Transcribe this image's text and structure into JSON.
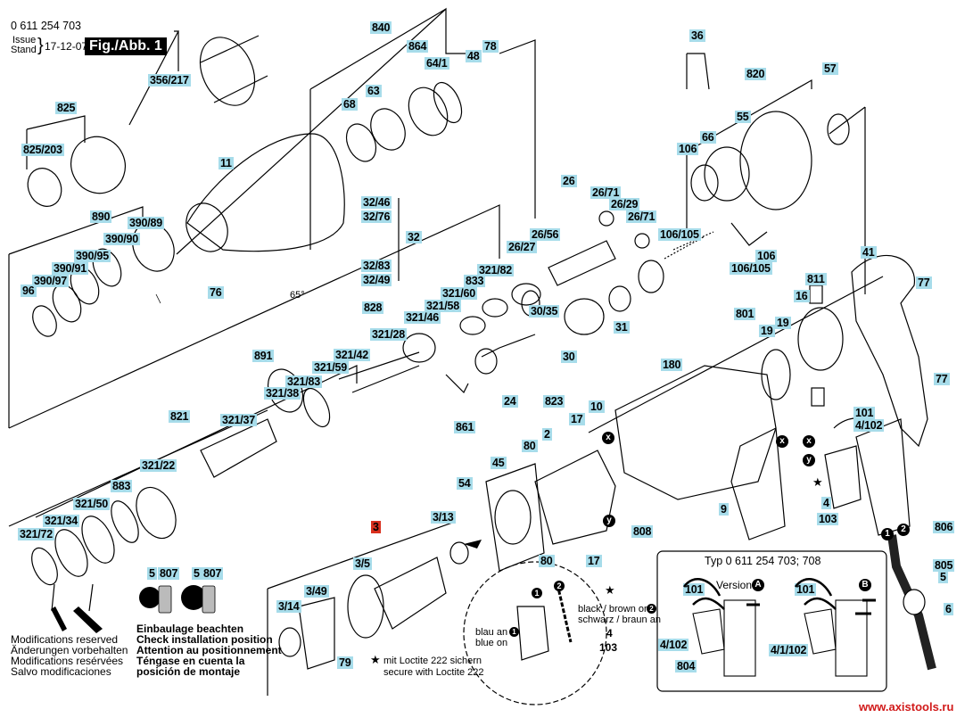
{
  "header": {
    "doc_number": "0 611 254 703",
    "issue_label": "Issue",
    "stand_label": "Stand",
    "issue_date": "17-12-07",
    "figure_title": "Fig./Abb. 1"
  },
  "part_labels": {
    "p840": "840",
    "p864": "864",
    "p64_1": "64/1",
    "p48": "48",
    "p78": "78",
    "p356_217": "356/217",
    "p825": "825",
    "p825_203": "825/203",
    "p68": "68",
    "p63": "63",
    "p11": "11",
    "p890": "890",
    "p390_89": "390/89",
    "p390_90": "390/90",
    "p390_95": "390/95",
    "p390_91": "390/91",
    "p390_97": "390/97",
    "p96": "96",
    "p76": "76",
    "p32_46": "32/46",
    "p32_76": "32/76",
    "p32": "32",
    "p32_83": "32/83",
    "p32_49": "32/49",
    "angle": "65°",
    "p36": "36",
    "p820": "820",
    "p57": "57",
    "p55": "55",
    "p66": "66",
    "p106a": "106",
    "p106_105a": "106/105",
    "p106b": "106",
    "p106_105b": "106/105",
    "p26": "26",
    "p26_71a": "26/71",
    "p26_29": "26/29",
    "p26_71b": "26/71",
    "p26_56": "26/56",
    "p26_27": "26/27",
    "p30_35": "30/35",
    "p30": "30",
    "p31": "31",
    "p321_82": "321/82",
    "p833": "833",
    "p321_60": "321/60",
    "p321_58": "321/58",
    "p321_46": "321/46",
    "p828": "828",
    "p321_28": "321/28",
    "p321_42": "321/42",
    "p321_59": "321/59",
    "p891": "891",
    "p321_83": "321/83",
    "p321_38": "321/38",
    "p821": "821",
    "p321_37": "321/37",
    "p321_22": "321/22",
    "p883": "883",
    "p321_50": "321/50",
    "p321_34": "321/34",
    "p321_72": "321/72",
    "p24": "24",
    "p861": "861",
    "p823": "823",
    "p180": "180",
    "p10": "10",
    "p41": "41",
    "p77a": "77",
    "p811": "811",
    "p16": "16",
    "p801": "801",
    "p19a": "19",
    "p19b": "19",
    "p77b": "77",
    "p101": "101",
    "p4_102": "4/102",
    "p4": "4",
    "p103": "103",
    "p9": "9",
    "p17a": "17",
    "p2": "2",
    "p80a": "80",
    "p45": "45",
    "p54": "54",
    "p3": "3",
    "p3_13": "3/13",
    "p3_5": "3/5",
    "p3_49": "3/49",
    "p3_14": "3/14",
    "p79": "79",
    "p80b": "80",
    "p17b": "17",
    "p808": "808",
    "p806": "806",
    "p805": "805",
    "p5": "5",
    "p6": "6",
    "p5a": "5",
    "p807a": "807",
    "p5b": "5",
    "p807b": "807",
    "inset_101a": "101",
    "inset_4_102": "4/102",
    "inset_804": "804",
    "inset_101b": "101",
    "inset_4_1_102": "4/1/102",
    "detail_4": "4",
    "detail_103": "103"
  },
  "markers": {
    "x": "x",
    "y": "y",
    "one": "1",
    "two": "2",
    "a": "A",
    "b": "B",
    "star": "★"
  },
  "notes": {
    "modifications": [
      "Modifications reserved",
      "Änderungen vorbehalten",
      "Modifications resérvées",
      "Salvo modificaciones"
    ],
    "installation": [
      "Einbaulage beachten",
      "Check installation position",
      "Attention au positionnement",
      "Téngase en cuenta la",
      "posición de montaje"
    ],
    "loctite": [
      "mit Loctite 222 sichern",
      "secure with Loctite 222"
    ],
    "blue_de": "blau an",
    "blue_en": "blue on",
    "black_en": "black / brown on",
    "black_de": "schwarz / braun an"
  },
  "inset": {
    "title": "Typ 0 611 254 703; 708",
    "version_label": "Version"
  },
  "footer": {
    "website": "www.axistools.ru"
  },
  "colors": {
    "label_bg": "#a7dcea",
    "highlight": "#d9301e",
    "footer": "#d11a1a"
  }
}
